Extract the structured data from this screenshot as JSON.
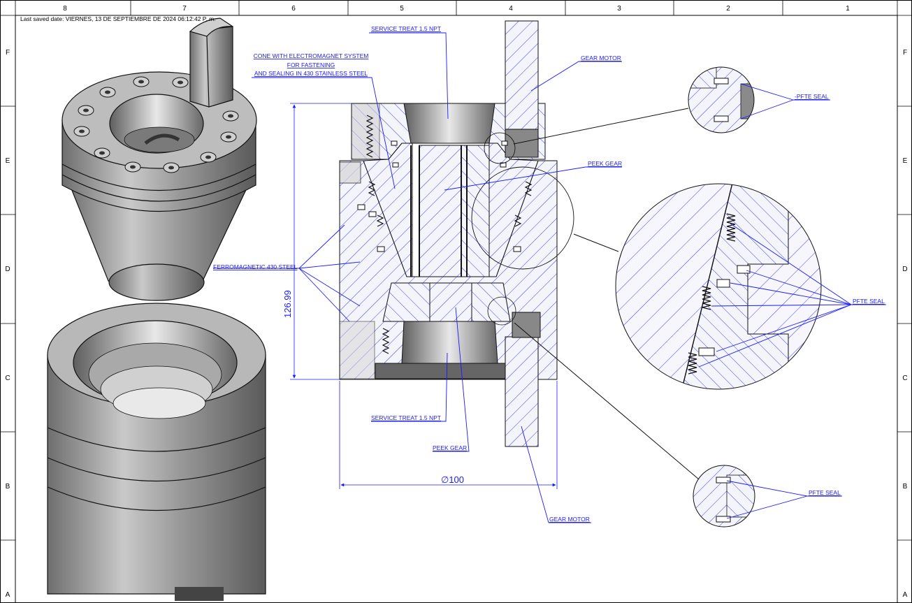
{
  "saved_date": "Last saved date: VIERNES, 13 DE SEPTIEMBRE DE 2024 06:12:42 P. m.",
  "zones": {
    "columns": [
      "8",
      "7",
      "6",
      "5",
      "4",
      "3",
      "2",
      "1"
    ],
    "rows": [
      "F",
      "E",
      "D",
      "C",
      "B",
      "A"
    ]
  },
  "labels": {
    "service_top": "SERVICE TREAT 1.5 NPT",
    "cone_1": "CONE WITH ELECTROMAGNET SYSTEM",
    "cone_2": "FOR FASTENING",
    "cone_3": "AND SEALING IN 430 STAINLESS STEEL",
    "gear_motor_top": "GEAR MOTOR",
    "peek_gear_top": "PEEK GEAR",
    "ferromagnetic": "FERROMAGNETIC 430 STEEL",
    "service_bottom": "SERVICE TREAT 1.5 NPT",
    "peek_gear_bottom": "PEEK GEAR",
    "gear_motor_bottom": "GEAR MOTOR",
    "pfte_seal_top": "-PFTE SEAL",
    "pfte_seal_mid": "PFTE SEAL",
    "pfte_seal_bottom": "PFTE SEAL"
  },
  "dimensions": {
    "height": "126.99",
    "diameter": "∅100"
  },
  "colors": {
    "annotation": "#1a1aff",
    "hatch": "#2a2aee",
    "metal": "#8c8c8c"
  }
}
